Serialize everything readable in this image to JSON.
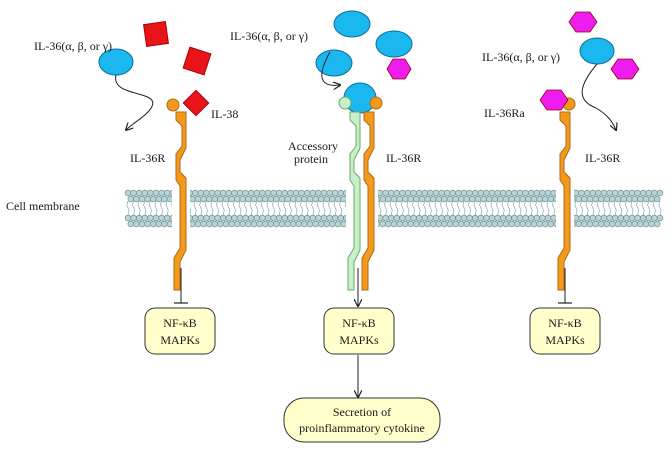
{
  "ligand_labels": {
    "left": "IL-36(α, β, or γ)",
    "middle": "IL-36(α, β, or γ)",
    "right": "IL-36(α, β, or γ)"
  },
  "labels": {
    "il38": "IL-38",
    "il36ra": "IL-36Ra",
    "receptor_left": "IL-36R",
    "receptor_middle": "IL-36R",
    "receptor_right": "IL-36R",
    "accessory_line1": "Accessory",
    "accessory_line2": "protein",
    "membrane": "Cell membrane"
  },
  "signal_boxes": {
    "left": {
      "line1": "NF-κB",
      "line2": "MAPKs"
    },
    "middle": {
      "line1": "NF-κB",
      "line2": "MAPKs"
    },
    "right": {
      "line1": "NF-κB",
      "line2": "MAPKs"
    }
  },
  "secretion": {
    "line1": "Secretion of",
    "line2": "proinflammatory cytokine"
  },
  "colors": {
    "receptor": "#f39a1e",
    "receptor_stroke": "#b06a10",
    "accessory": "#c8f0c8",
    "accessory_stroke": "#6aa86a",
    "il36": "#1ab8ee",
    "il38": "#e8141a",
    "il36ra": "#ee1cee",
    "box_fill": "#ffffcc",
    "membrane_head": "#b8d4d6"
  }
}
